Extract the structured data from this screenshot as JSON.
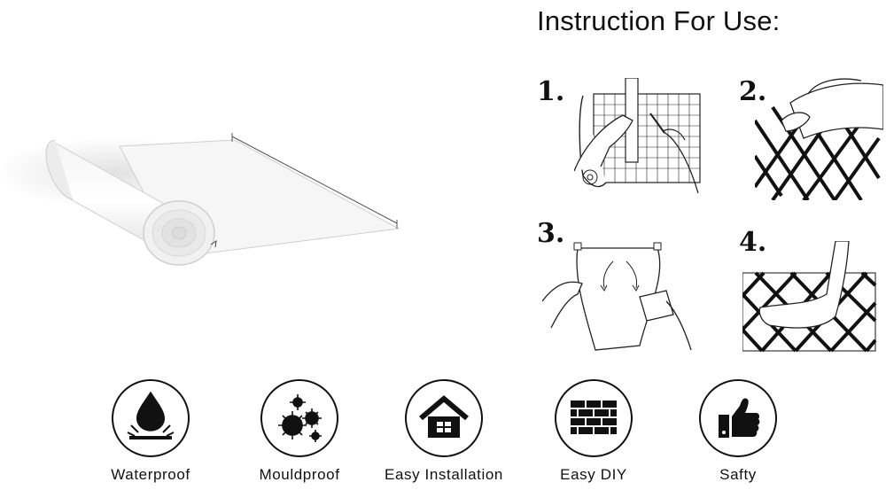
{
  "instructions": {
    "title": "Instruction For Use:",
    "steps": [
      "1.",
      "2.",
      "3.",
      "4."
    ]
  },
  "features": [
    {
      "label": "Waterproof",
      "icon": "water-drop-icon"
    },
    {
      "label": "Mouldproof",
      "icon": "mould-spores-icon"
    },
    {
      "label": "Easy Installation",
      "icon": "house-icon"
    },
    {
      "label": "Easy DIY",
      "icon": "brick-wall-icon"
    },
    {
      "label": "Safty",
      "icon": "thumbs-up-icon"
    }
  ],
  "colors": {
    "ink": "#111111",
    "paper": "#ffffff",
    "shadow": "#e6e6e6"
  }
}
